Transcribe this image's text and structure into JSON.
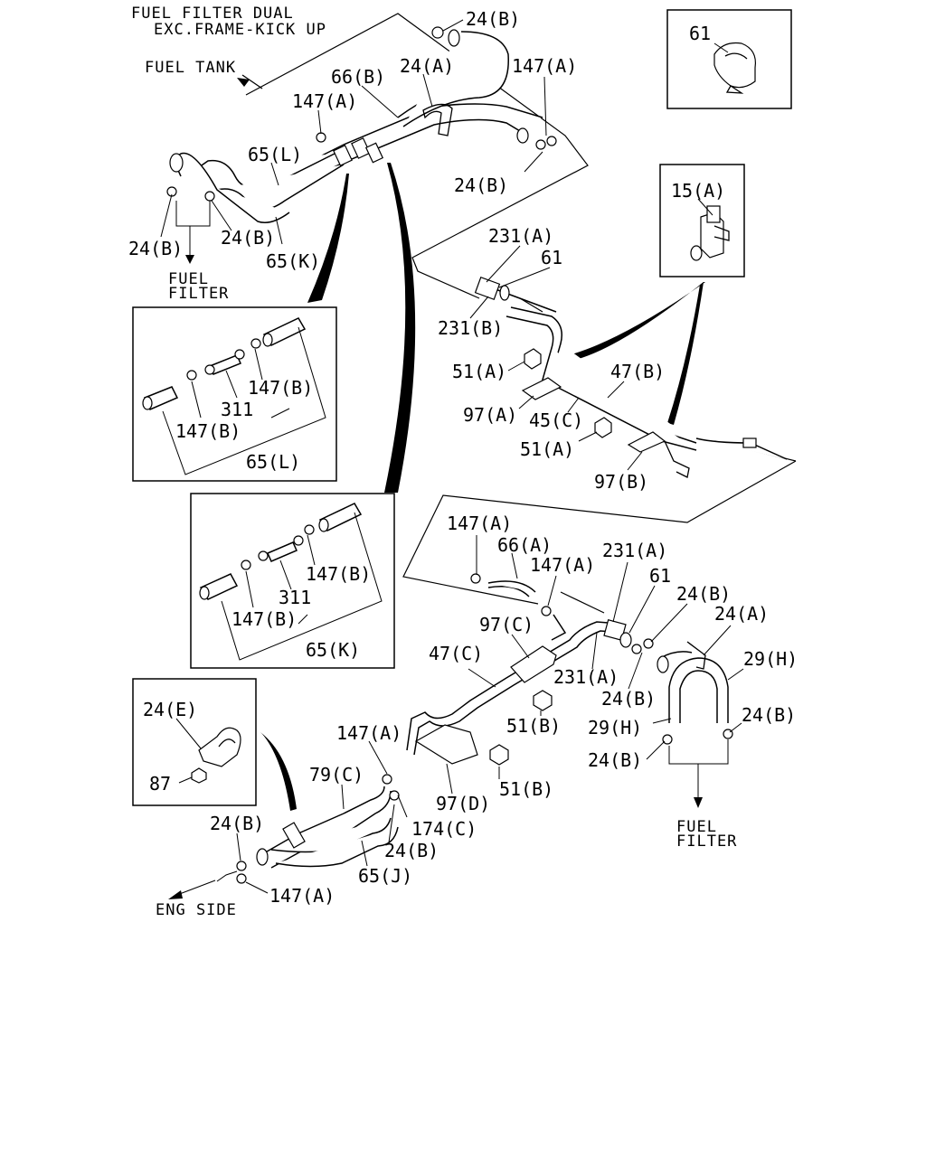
{
  "captions": {
    "fuel_filter_dual": "FUEL FILTER DUAL",
    "exc_frame_kick_up": "EXC.FRAME-KICK UP",
    "fuel_tank": "FUEL TANK",
    "fuel_filter_top_1": "FUEL",
    "fuel_filter_top_2": "FILTER",
    "fuel_filter_bottom_1": "FUEL",
    "fuel_filter_bottom_2": "FILTER",
    "eng_side": "ENG SIDE"
  },
  "callouts": {
    "c24b_top": "24(B)",
    "c24a_top": "24(A)",
    "c66b": "66(B)",
    "c147a_top_r": "147(A)",
    "c147a_top_l": "147(A)",
    "c65l_top": "65(L)",
    "c24b_mid": "24(B)",
    "c24b_left": "24(B)",
    "c24b_left2": "24(B)",
    "c65k_top": "65(K)",
    "c231a_1": "231(A)",
    "c61_1": "61",
    "c231b": "231(B)",
    "c51a_1": "51(A)",
    "c47b": "47(B)",
    "c97a": "97(A)",
    "c45c": "45(C)",
    "c51a_2": "51(A)",
    "c97b": "97(B)",
    "box1_147b_r": "147(B)",
    "box1_311": "311",
    "box1_147b_l": "147(B)",
    "box1_65l": "65(L)",
    "box2_147b_r": "147(B)",
    "box2_311": "311",
    "box2_147b_l": "147(B)",
    "box2_65k": "65(K)",
    "c147a_mid": "147(A)",
    "c66a": "66(A)",
    "c147a_mid2": "147(A)",
    "c231a_2": "231(A)",
    "c61_2": "61",
    "c24b_r1": "24(B)",
    "c24a_r": "24(A)",
    "c97c": "97(C)",
    "c47c": "47(C)",
    "c29h_1": "29(H)",
    "c231a_3": "231(A)",
    "c24b_r2": "24(B)",
    "c51b_1": "51(B)",
    "c29h_2": "29(H)",
    "c24b_r3": "24(B)",
    "c147a_low": "147(A)",
    "c24b_r4": "24(B)",
    "c79c": "79(C)",
    "c97d": "97(D)",
    "c51b_2": "51(B)",
    "c174c": "174(C)",
    "c24b_low": "24(B)",
    "c24b_low2": "24(B)",
    "c65j": "65(J)",
    "c147a_bot": "147(A)",
    "inset_61": "61",
    "inset_15a": "15(A)",
    "inset_24e": "24(E)",
    "inset_87": "87"
  }
}
